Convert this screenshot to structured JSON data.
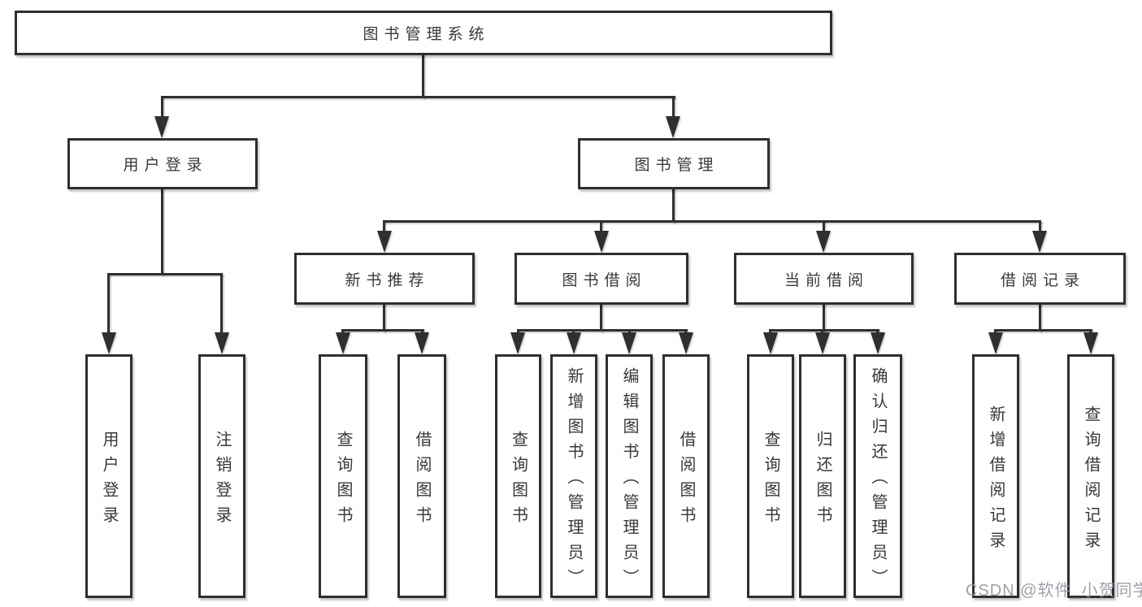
{
  "tree": {
    "label": "图书管理系统",
    "children": [
      {
        "label": "用户登录",
        "children": [
          {
            "label": "用户登录"
          },
          {
            "label": "注销登录"
          }
        ]
      },
      {
        "label": "图书管理",
        "children": [
          {
            "label": "新书推荐",
            "children": [
              {
                "label": "查询图书"
              },
              {
                "label": "借阅图书"
              }
            ]
          },
          {
            "label": "图书借阅",
            "children": [
              {
                "label": "查询图书"
              },
              {
                "label": "新增图书（管理员）"
              },
              {
                "label": "编辑图书（管理员）"
              },
              {
                "label": "借阅图书"
              }
            ]
          },
          {
            "label": "当前借阅",
            "children": [
              {
                "label": "查询图书"
              },
              {
                "label": "归还图书"
              },
              {
                "label": "确认归还（管理员）"
              }
            ]
          },
          {
            "label": "借阅记录",
            "children": [
              {
                "label": "新增借阅记录"
              },
              {
                "label": "查询借阅记录"
              }
            ]
          }
        ]
      }
    ]
  },
  "watermark": {
    "text": "CSDN @软件_小贺同学"
  },
  "colors": {
    "line": "#2d2f31",
    "box_border": "#2d2f31",
    "text": "#383838",
    "background": "#ffffff",
    "watermark": "#94969e"
  }
}
